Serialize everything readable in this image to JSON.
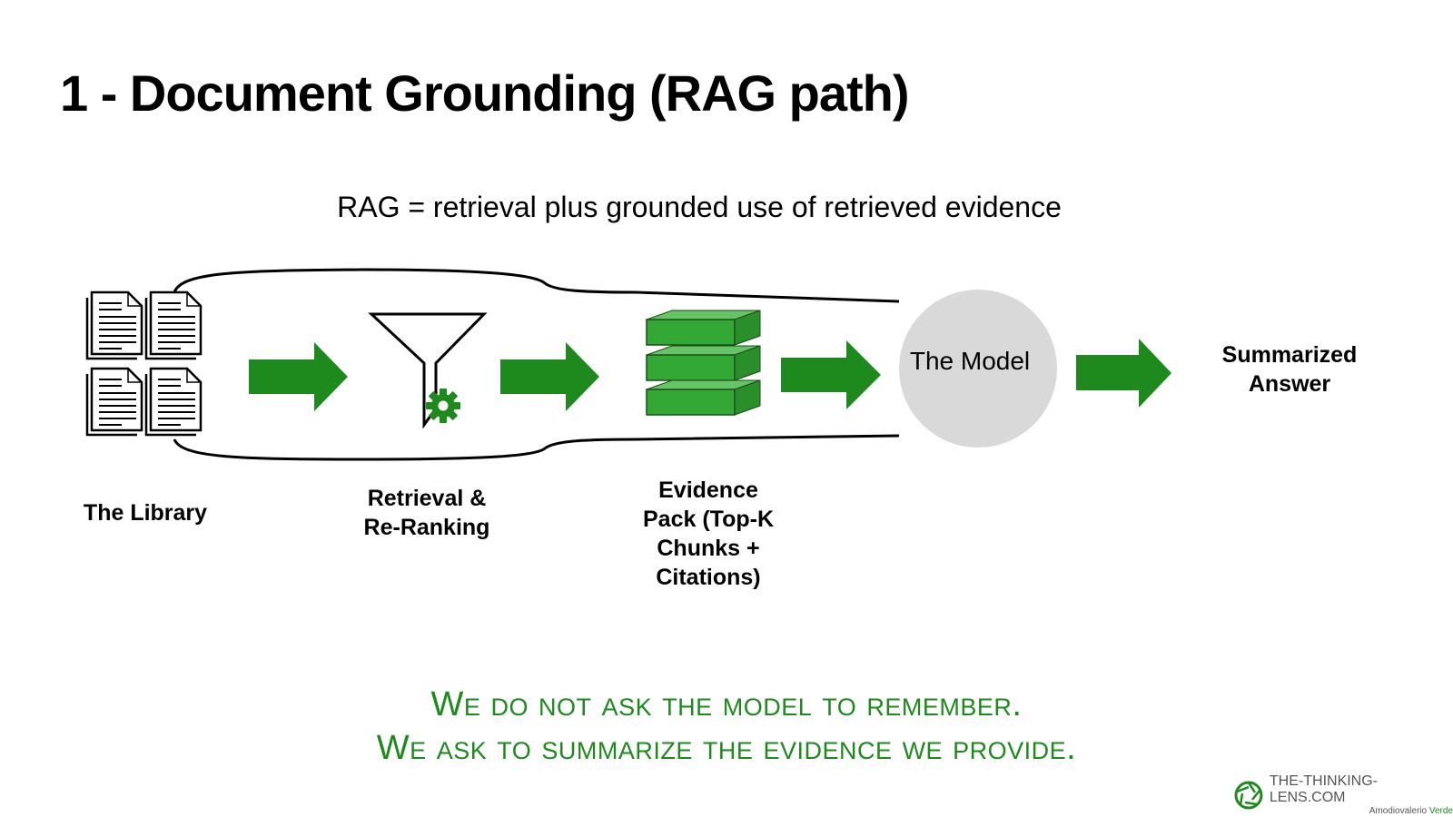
{
  "slide": {
    "title": "1 - Document Grounding (RAG path)",
    "subtitle": "RAG = retrieval plus grounded use of retrieved evidence"
  },
  "diagram": {
    "nodes": [
      {
        "id": "library",
        "label": "The Library",
        "icon": "documents-icon"
      },
      {
        "id": "retrieval",
        "label_line1": "Retrieval &",
        "label_line2": "Re-Ranking",
        "icon": "funnel-gear-icon"
      },
      {
        "id": "evidence",
        "label_line1": "Evidence",
        "label_line2": "Pack (Top-K",
        "label_line3": "Chunks +",
        "label_line4": "Citations)",
        "icon": "stacked-blocks-icon"
      },
      {
        "id": "model",
        "label": "The Model",
        "icon": "circle"
      },
      {
        "id": "answer",
        "label_line1": "Summarized",
        "label_line2": "Answer"
      }
    ],
    "colors": {
      "arrow": "#1e8a1e",
      "block_front": "#34a834",
      "block_top": "#66c466",
      "block_side": "#2a8f2a",
      "model_circle": "#d9d9d9",
      "gear": "#1e8a1e"
    }
  },
  "tagline": {
    "line1": "We do not ask the model to remember.",
    "line2": "We ask to summarize the evidence we provide."
  },
  "brand": {
    "name": "THE-THINKING-LENS.COM",
    "author_first": "Amodiovalerio",
    "author_last": "Verde"
  }
}
